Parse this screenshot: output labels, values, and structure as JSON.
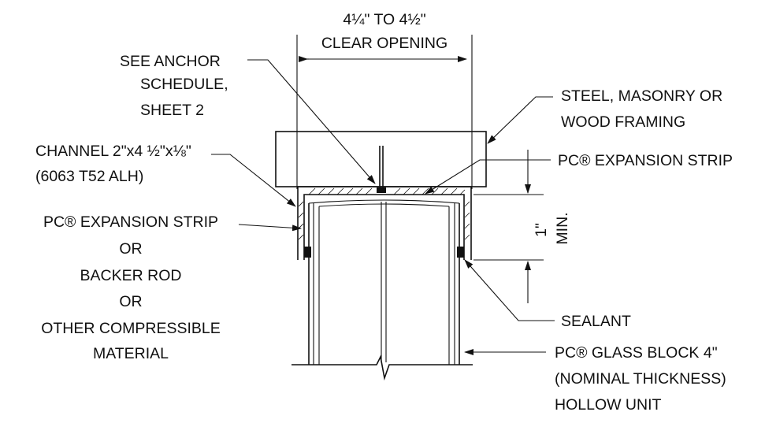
{
  "labels": {
    "dim_top_1": "4¼\" TO 4½\"",
    "dim_top_2": "CLEAR OPENING",
    "see_anchor_1": "SEE ANCHOR",
    "see_anchor_2": "SCHEDULE,",
    "see_anchor_3": "SHEET 2",
    "framing_1": "STEEL, MASONRY OR",
    "framing_2": "WOOD FRAMING",
    "channel_1": "CHANNEL 2\"x4 ½\"x⅛\"",
    "channel_2": "(6063 T52 ALH)",
    "expansion_right": "PC® EXPANSION STRIP",
    "dim_side_1": "1\"",
    "dim_side_2": "MIN.",
    "left_1": "PC® EXPANSION STRIP",
    "left_2": "OR",
    "left_3": "BACKER ROD",
    "left_4": "OR",
    "left_5": "OTHER COMPRESSIBLE",
    "left_6": "MATERIAL",
    "sealant": "SEALANT",
    "glass_1": "PC® GLASS BLOCK 4\"",
    "glass_2": "(NOMINAL THICKNESS)",
    "glass_3": "HOLLOW UNIT"
  }
}
